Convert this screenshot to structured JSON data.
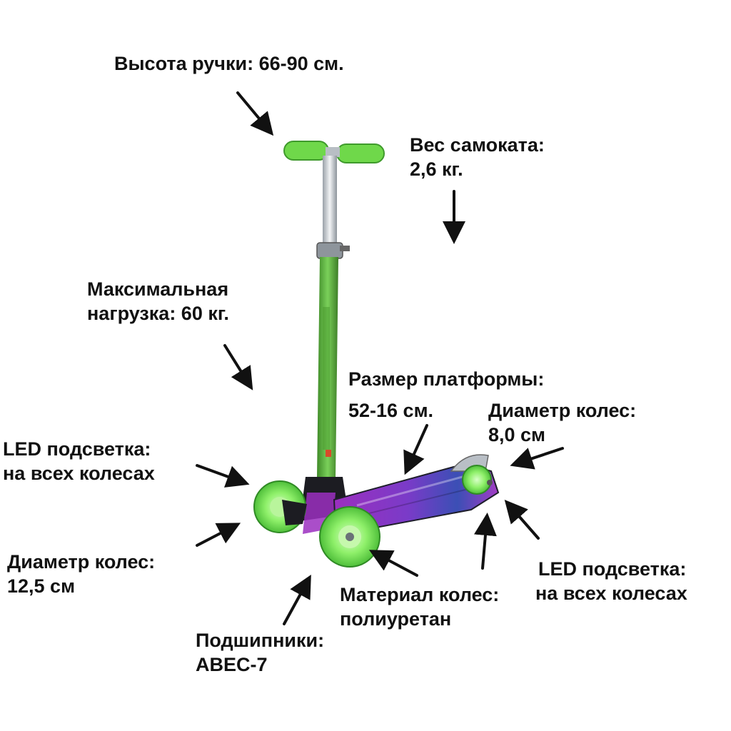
{
  "annotations": {
    "handle_height": {
      "lines": [
        "Высота ручки: 66-90 см."
      ]
    },
    "scooter_weight": {
      "lines": [
        "Вес самоката:",
        "2,6 кг."
      ]
    },
    "max_load": {
      "lines": [
        "Максимальная",
        "нагрузка: 60 кг."
      ]
    },
    "platform_size": {
      "lines": [
        "Размер платформы:",
        "52-16 см."
      ]
    },
    "rear_wheel_diameter": {
      "lines": [
        "Диаметр колес:",
        "8,0 см"
      ]
    },
    "led_front": {
      "lines": [
        "LED подсветка:",
        "на всех колесах"
      ]
    },
    "front_wheel_diameter": {
      "lines": [
        "Диаметр колес:",
        "12,5 см"
      ]
    },
    "wheel_material": {
      "lines": [
        "Материал колес:",
        "полиуретан"
      ]
    },
    "led_rear": {
      "lines": [
        "LED подсветка:",
        "на всех колесах"
      ]
    },
    "bearings": {
      "lines": [
        "Подшипники:",
        "ABEC-7"
      ]
    }
  },
  "colors": {
    "text": "#111111",
    "arrow": "#111111",
    "grip_green": "#6fd84a",
    "stem_green": "#5aa83a",
    "chrome": "#c9ced4",
    "deck_purple": "#8a2fb0",
    "deck_blue": "#2a3f9a",
    "wheel_green": "#8ff06a"
  },
  "icons": {
    "product": "kick-scooter-icon",
    "pointer": "arrow-icon"
  }
}
